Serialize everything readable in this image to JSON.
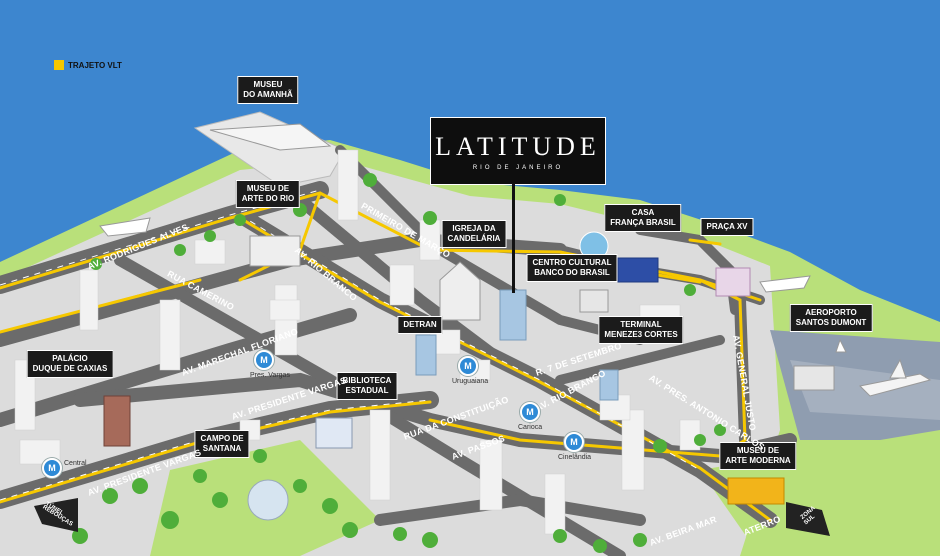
{
  "legend": {
    "label": "TRAJETO VLT",
    "color": "#f6c800"
  },
  "brand": {
    "title": "LATITUDE",
    "subtitle": "RIO DE JANEIRO"
  },
  "landmarks": {
    "museu_amanha": [
      "MUSEU",
      "DO AMANHÃ"
    ],
    "museu_arte_rio": [
      "MUSEU DE",
      "ARTE DO RIO"
    ],
    "igreja_candelaria": [
      "IGREJA DA",
      "CANDELÁRIA"
    ],
    "casa_franca_brasil": [
      "CASA",
      "FRANÇA BRASIL"
    ],
    "praca_xv": [
      "PRAÇA XV"
    ],
    "centro_cultural": [
      "CENTRO CULTURAL",
      "BANCO DO BRASIL"
    ],
    "aeroporto": [
      "AEROPORTO",
      "SANTOS DUMONT"
    ],
    "detran": [
      "DETRAN"
    ],
    "terminal": [
      "TERMINAL",
      "MENEZE3 CORTES"
    ],
    "palacio": [
      "PALÁCIO",
      "DUQUE DE CAXIAS"
    ],
    "biblioteca": [
      "BIBLIOTECA",
      "ESTADUAL"
    ],
    "campo_santana": [
      "CAMPO DE",
      "SANTANA"
    ],
    "museu_arte_moderna": [
      "MUSEU DE",
      "ARTE MODERNA"
    ]
  },
  "streets": {
    "rodrigues_alves": "AV. RODRIGUES ALVES",
    "primeiro_marco": "PRIMEIRO DE MARÇO",
    "rua_camerino": "RUA CAMERINO",
    "av_rio_branco_north": "AV. RIO BRANCO",
    "marechal_floriano": "AV. MARECHAL FLORIANO",
    "presidente_vargas_1": "AV. PRESIDENTE VARGAS",
    "presidente_vargas_2": "AV. PRESIDENTE VARGAS",
    "sete_setembro": "R. 7 DE SETEMBRO",
    "antonio_carlos": "AV. PRES. ANTONIO CARLOS",
    "general_justo": "AV. GENERAL JUSTO",
    "av_rio_branco_south": "AV. RIO BRANCO",
    "constituicao": "RUA DA CONSTITUIÇÃO",
    "av_passos": "AV. PASSOS",
    "beira_mar": "AV. BEIRA MAR",
    "aterro": "ATERRO"
  },
  "metro": {
    "symbol": "M",
    "stations": {
      "pres_vargas": "Pres. Vargas",
      "uruguaiana": "Uruguaiana",
      "central": "Central",
      "carioca": "Carioca",
      "cinelandia": "Cinelândia"
    }
  },
  "exits": {
    "tunel": [
      "TÚNEL",
      "REBOUÇAS"
    ],
    "zona_sul": [
      "ZONA",
      "SUL"
    ]
  }
}
